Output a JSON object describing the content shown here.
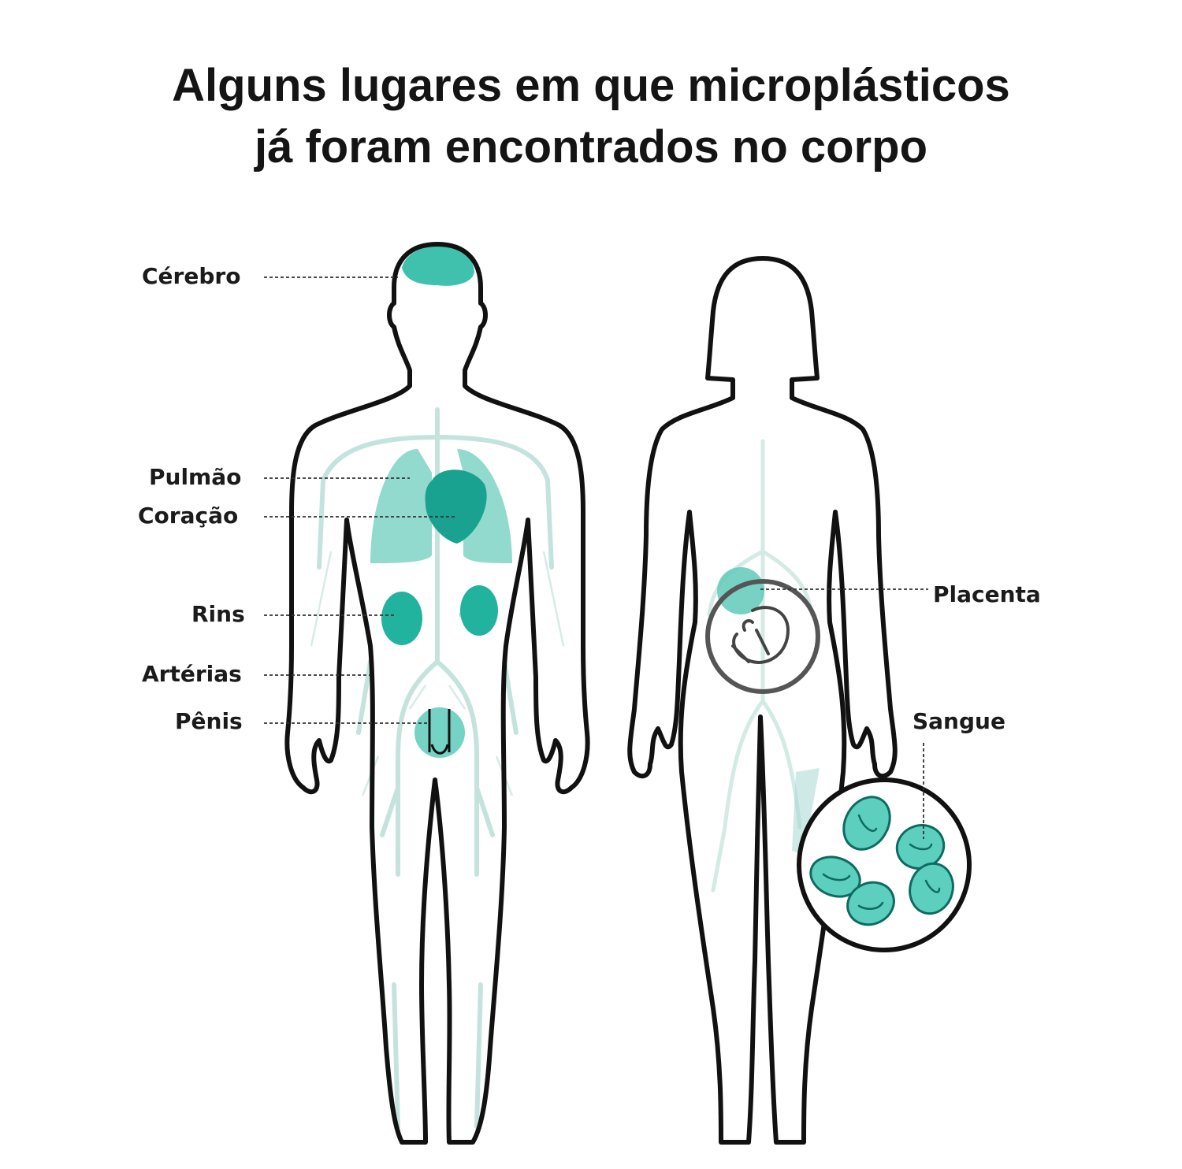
{
  "title": {
    "line1": "Alguns lugares em que microplásticos",
    "line2": "já foram encontrados no corpo"
  },
  "labels": {
    "cerebro": "Cérebro",
    "pulmao": "Pulmão",
    "coracao": "Coração",
    "rins": "Rins",
    "arterias": "Artérias",
    "penis": "Pênis",
    "placenta": "Placenta",
    "sangue": "Sangue"
  },
  "colors": {
    "outline": "#111111",
    "organ": "#2bb8a4",
    "organ_light": "#6fd0c2",
    "vessel": "#b9ddd7",
    "cell_fill": "#5ccfbf"
  }
}
